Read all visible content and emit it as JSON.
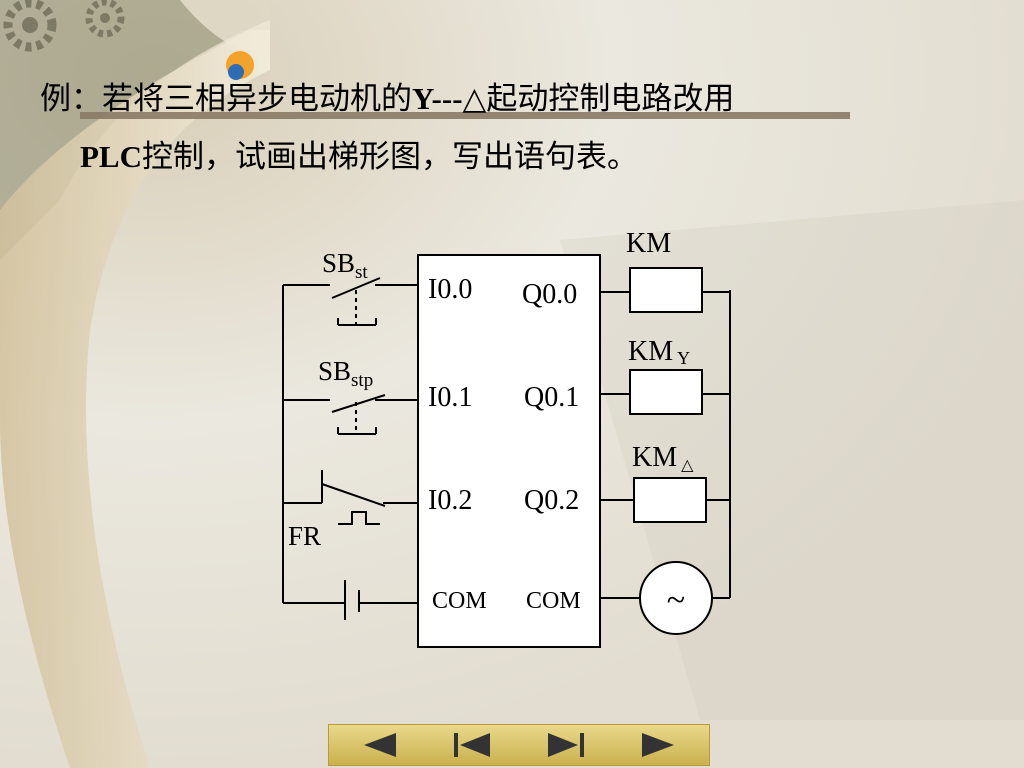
{
  "slide": {
    "title_prefix": "例：若将三相异步电动机的",
    "title_bold": "Y---",
    "title_suffix": "△起动控制电路改用",
    "line2_bold": "PLC",
    "line2_text": "控制，试画出梯形图，写出语句表。"
  },
  "diagram": {
    "inputs": [
      {
        "switch": "SB",
        "sub": "st",
        "terminal": "I0.0"
      },
      {
        "switch": "SB",
        "sub": "stp",
        "terminal": "I0.1"
      },
      {
        "switch": "FR",
        "sub": "",
        "terminal": "I0.2"
      },
      {
        "switch": "",
        "sub": "",
        "terminal": "COM"
      }
    ],
    "outputs": [
      {
        "terminal": "Q0.0",
        "load": "KM",
        "sub": ""
      },
      {
        "terminal": "Q0.1",
        "load": "KM",
        "sub": "Y"
      },
      {
        "terminal": "Q0.2",
        "load": "KM",
        "sub": "△"
      },
      {
        "terminal": "COM",
        "load": "~",
        "sub": ""
      }
    ]
  },
  "nav": {
    "buttons": [
      "previous",
      "first",
      "last",
      "next"
    ]
  },
  "colors": {
    "background": "#eae6da",
    "title_bar": "#8a7a66",
    "nav_gold": "#cbb14e",
    "nav_arrow": "#333333"
  }
}
